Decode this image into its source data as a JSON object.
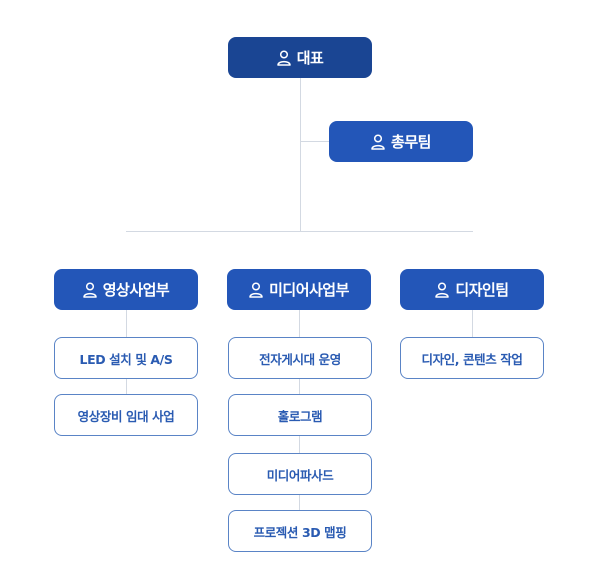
{
  "ceo": {
    "label": "대표"
  },
  "general_affairs": {
    "label": "총무팀"
  },
  "divisions": [
    {
      "label": "영상사업부",
      "items": [
        "LED 설치 및 A/S",
        "영상장비 임대 사업"
      ]
    },
    {
      "label": "미디어사업부",
      "items": [
        "전자게시대 운영",
        "홀로그램",
        "미디어파사드",
        "프로젝션 3D 맵핑"
      ]
    },
    {
      "label": "디자인팀",
      "items": [
        "디자인, 콘텐츠 작업"
      ]
    }
  ],
  "colors": {
    "ceo": "#1a4593",
    "team": "#2356b8",
    "item_border": "#5a84c6",
    "item_text": "#2a5bb2",
    "connector": "#d3d9e2"
  },
  "icons": {
    "person": "person-icon"
  }
}
